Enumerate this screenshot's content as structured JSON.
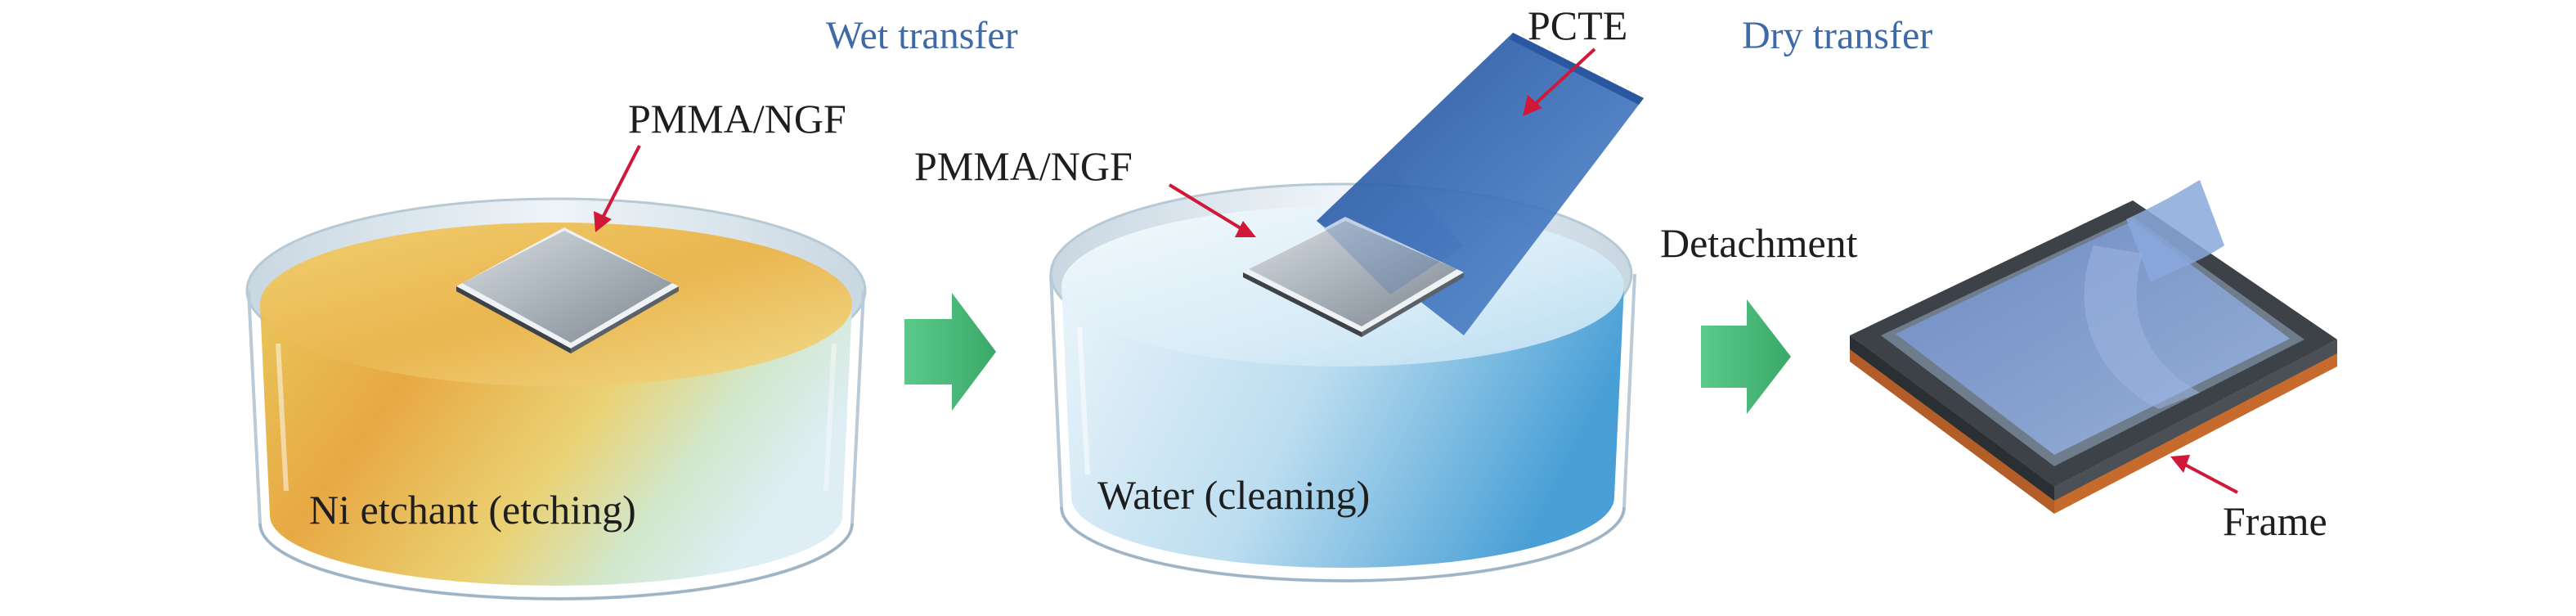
{
  "header": {
    "wet_transfer": "Wet transfer",
    "dry_transfer": "Dry transfer"
  },
  "labels": {
    "pcte": "PCTE",
    "pmma_ngf_etching": "PMMA/NGF",
    "pmma_ngf_cleaning": "PMMA/NGF",
    "detachment": "Detachment",
    "ni_etchant": "Ni etchant (etching)",
    "water": "Water (cleaning)",
    "frame": "Frame"
  },
  "colors": {
    "heading_text": "#3e6aa8",
    "label_text": "#1e1e1e",
    "pointer_arrow": "#d01838",
    "process_arrow": "#48c07a",
    "etchant_liquid": "#e8b840",
    "water_liquid": "#6fb2dc",
    "pcte_film": "#2f5fa8",
    "sample_grey": "#9aa4ae",
    "frame_copper": "#d9793a"
  },
  "icons": {
    "process_arrow": "green-right-arrow-icon",
    "pointer": "red-pointer-arrow-icon"
  }
}
